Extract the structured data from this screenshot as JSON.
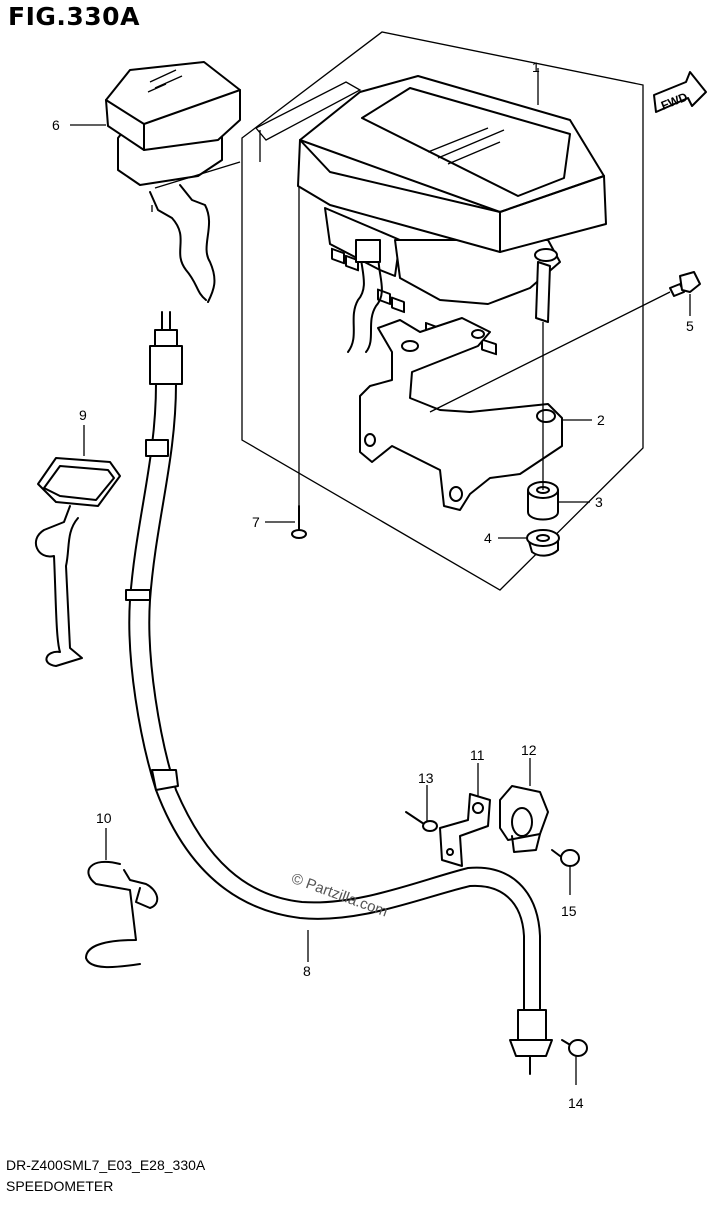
{
  "figure": {
    "title": "FIG.330A",
    "code": "DR-Z400SML7_E03_E28_330A",
    "name": "SPEEDOMETER"
  },
  "fwd_label": "FWD",
  "watermark": "© Partzilla.com",
  "callouts": [
    "1",
    "2",
    "3",
    "4",
    "5",
    "6",
    "7",
    "8",
    "9",
    "10",
    "11",
    "12",
    "13",
    "14",
    "15"
  ]
}
